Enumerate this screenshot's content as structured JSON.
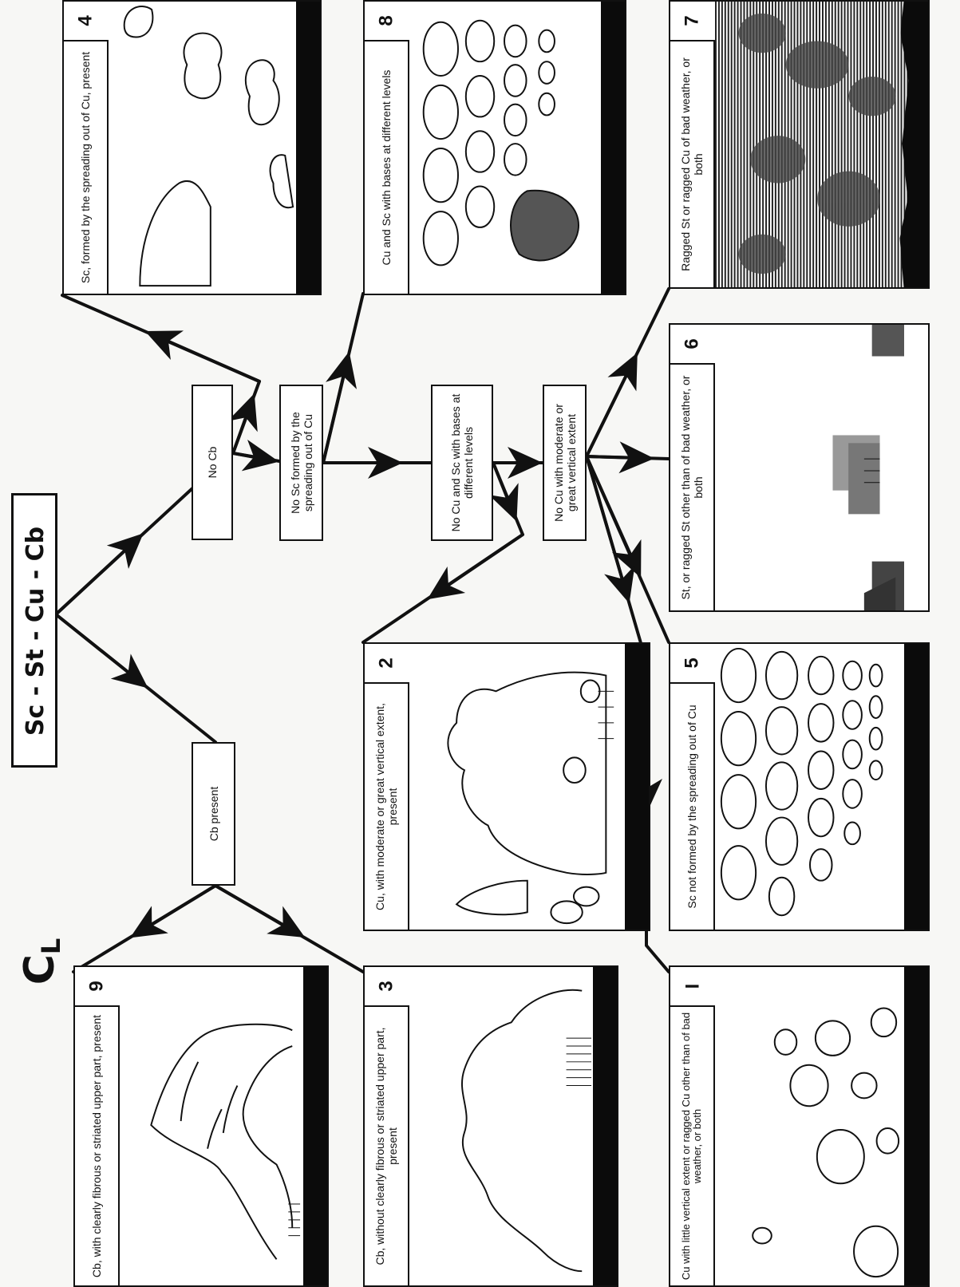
{
  "title": {
    "main": "C",
    "sub": "L"
  },
  "group_label": "Sc - St - Cu - Cb",
  "decisions": {
    "cb_present": "Cb present",
    "no_cb": "No Cb",
    "no_sc_spreading": "No Sc formed by the spreading out of Cu",
    "no_cu_sc_levels": "No Cu and Sc with bases at different levels",
    "no_cu_vertical": "No Cu with moderate or great vertical extent"
  },
  "panels": {
    "p9": {
      "number": "9",
      "caption": "Cb, with clearly fibrous or striated upper part, present",
      "art": "cumulonimbus-anvil-illustration"
    },
    "p3": {
      "number": "3",
      "caption": "Cb, without clearly fibrous or striated upper part, present",
      "art": "cumulonimbus-calvus-illustration"
    },
    "p1": {
      "number": "I",
      "caption": "Cu with little vertical extent or ragged Cu other than of bad weather, or both",
      "art": "small-cumulus-illustration"
    },
    "p2": {
      "number": "2",
      "caption": "Cu, with moderate or great vertical extent, present",
      "art": "towering-cumulus-illustration"
    },
    "p5": {
      "number": "5",
      "caption": "Sc not formed by the spreading out of Cu",
      "art": "stratocumulus-field-illustration"
    },
    "p4": {
      "number": "4",
      "caption": "Sc, formed by the spreading out of Cu, present",
      "art": "spreading-cumulus-illustration"
    },
    "p8": {
      "number": "8",
      "caption": "Cu and Sc with bases at different levels",
      "art": "cumulus-and-stratocumulus-illustration"
    },
    "p6": {
      "number": "6",
      "caption": "St, or ragged St other than of bad weather, or both",
      "art": "stratus-fog-illustration"
    },
    "p7": {
      "number": "7",
      "caption": "Ragged St or ragged Cu of bad weather, or both",
      "art": "bad-weather-ragged-cloud-illustration"
    }
  },
  "colors": {
    "ink": "#111111",
    "paper": "#f7f7f5",
    "panel": "#ffffff",
    "ground": "#0b0b0b"
  }
}
